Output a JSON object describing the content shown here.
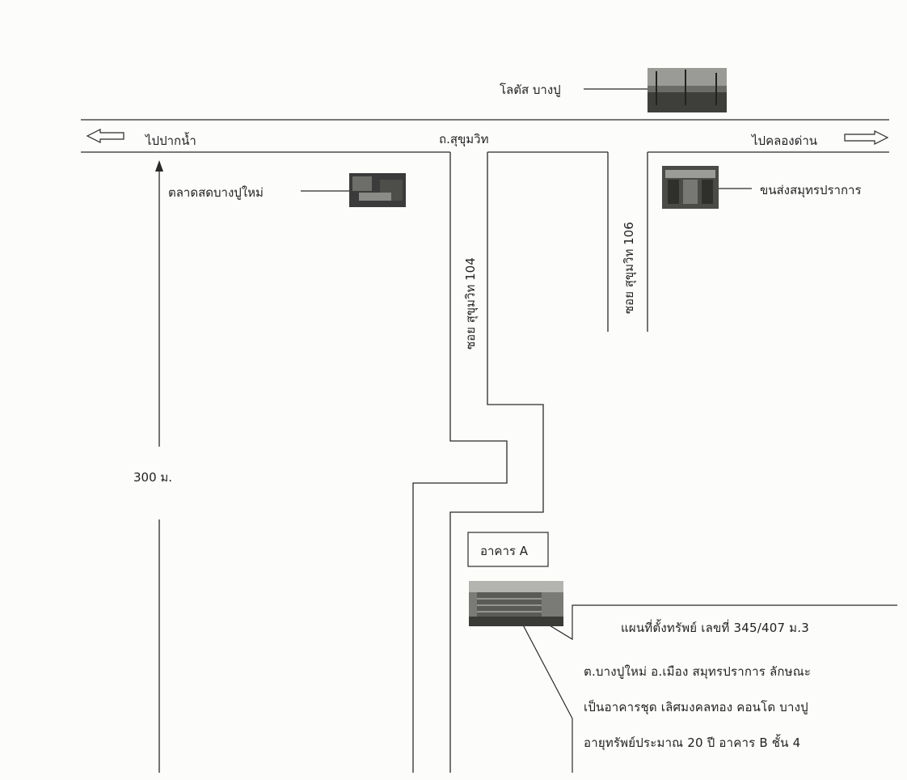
{
  "map": {
    "landmark_top": "โลตัส บางปู",
    "road_main": "ถ.สุขุมวิท",
    "dir_left": "ไปปากน้ำ",
    "dir_right": "ไปคลองด่าน",
    "market": "ตลาดสดบางปูใหม่",
    "transport": "ขนส่งสมุทรปราการ",
    "soi_104": "ซอย สุขุมวิท 104",
    "soi_106": "ซอย สุขุมวิท 106",
    "distance": "300 ม.",
    "building_a": "อาคาร A"
  },
  "description": {
    "lines": [
      "แผนที่ตั้งทรัพย์ เลขที่  345/407 ม.3",
      "ต.บางปูใหม่ อ.เมือง สมุทรปราการ  ลักษณะ",
      "เป็นอาคารชุด เลิศมงคลทอง คอนโด บางปู",
      "อายุทรัพย์ประมาณ 20 ปี อาคาร B ชั้น 4"
    ]
  },
  "colors": {
    "line": "#2a2a2a",
    "paper": "#fcfcfb",
    "photo_dark": "#3b3b3b"
  },
  "icons": [
    "arrow-left-icon",
    "arrow-right-icon",
    "arrow-up-icon"
  ]
}
